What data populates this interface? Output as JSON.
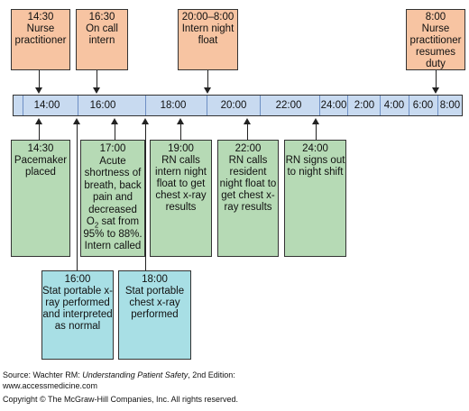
{
  "top_events": [
    {
      "time": "14:30",
      "text": "Nurse practitioner"
    },
    {
      "time": "16:30",
      "text": "On call intern"
    },
    {
      "time": "20:00–8:00",
      "text": "Intern night float"
    },
    {
      "time": "8:00",
      "text": "Nurse practitioner resumes duty"
    }
  ],
  "timeline": {
    "labels": [
      "14:00",
      "16:00",
      "18:00",
      "20:00",
      "22:00",
      "24:00",
      "2:00",
      "4:00",
      "6:00",
      "8:00"
    ]
  },
  "bottom_events": [
    {
      "time": "14:30",
      "text": "Pacemaker placed"
    },
    {
      "time": "17:00",
      "text_before": "Acute shortness of breath, back pain and decreased O",
      "subscript": "2",
      "text_after": " sat from 95% to 88%. Intern called"
    },
    {
      "time": "19:00",
      "text": "RN calls intern night float to get chest x-ray results"
    },
    {
      "time": "22:00",
      "text": "RN calls resident night float to get chest x-ray results"
    },
    {
      "time": "24:00",
      "text": "RN signs out to night shift"
    }
  ],
  "lower_events": [
    {
      "time": "16:00",
      "text": "Stat portable x-ray performed and interpreted as normal"
    },
    {
      "time": "18:00",
      "text": "Stat portable chest x-ray performed"
    }
  ],
  "footer": {
    "source_prefix": "Source: Wachter RM: ",
    "source_title": "Understanding Patient Safety",
    "source_suffix": ", 2nd Edition:",
    "url": "www.accessmedicine.com",
    "copyright": "Copyright © The McGraw-Hill Companies, Inc. All rights reserved."
  }
}
